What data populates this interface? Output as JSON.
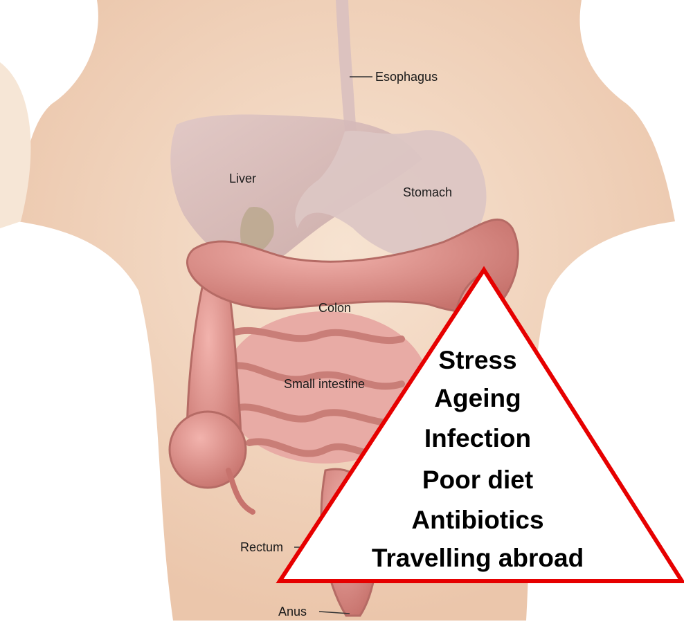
{
  "labels": {
    "esophagus": "Esophagus",
    "liver": "Liver",
    "stomach": "Stomach",
    "colon": "Colon",
    "small_intestine": "Small intestine",
    "rectum": "Rectum",
    "anus": "Anus"
  },
  "risk_factors": [
    "Stress",
    "Ageing",
    "Infection",
    "Poor diet",
    "Antibiotics",
    "Travelling abroad"
  ],
  "colors": {
    "skin": "#f4dcc6",
    "colon": "#d98e88",
    "liver": "#c6a3a0",
    "triangle_stroke": "#e60000",
    "triangle_fill": "#ffffff"
  }
}
